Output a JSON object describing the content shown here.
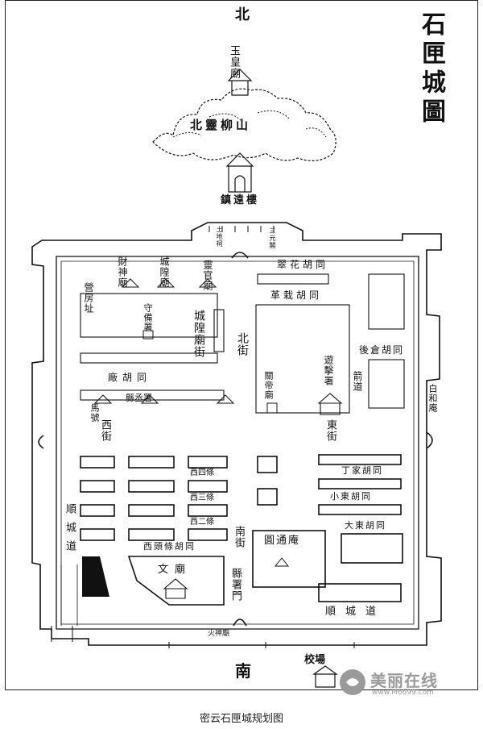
{
  "map": {
    "title": "石匣城圖",
    "north_label": "北",
    "south_label": "南",
    "caption": "密云石匣城规划图",
    "watermark_brand": "美丽在线",
    "watermark_url": "www.M6699.com",
    "outside": {
      "yuhuang_temple": "玉皇廟",
      "mountain": "北靈柳山",
      "tower": "鎮遠樓",
      "wenchang_shrine": "三元閣",
      "tudi_shrine": "土地祠",
      "baihe": "白和庵",
      "fire_god_temple": "火神廟",
      "parade_ground": "校場"
    },
    "inside": {
      "cuihua_hutong": "翠花胡同",
      "gezai_hutong": "革栽胡同",
      "caishen_temple": "財神廟",
      "chenghuang_temple": "城隍廟",
      "lingguan_temple": "靈官廟",
      "barracks": "營房址",
      "shoubei_office": "守備署",
      "chenghuang_street": "城隍廟街",
      "north_street": "北街",
      "hou_cang_hutong": "後倉胡同",
      "guandi_temple": "關帝廟",
      "youji_office": "遊擊署",
      "jian_dao": "箭道",
      "chang_hutong": "廠胡同",
      "cheng_office": "縣丞署",
      "horse_office": "馬號",
      "west_street": "西街",
      "east_street": "東街",
      "xi_si": "西四條",
      "xi_san": "西三條",
      "xi_er": "西二條",
      "ding_hutong": "丁家胡同",
      "xiaodong_hutong": "小東胡同",
      "dadong_hutong": "大東胡同",
      "toutiao_hutong": "西頭條胡同",
      "shuncheng_dao_w": "順城道",
      "south_street": "南街",
      "wen_temple": "文廟",
      "yuantong_an": "圓通庵",
      "county_gate": "縣署門",
      "shuncheng_dao_s": "順城道"
    }
  }
}
